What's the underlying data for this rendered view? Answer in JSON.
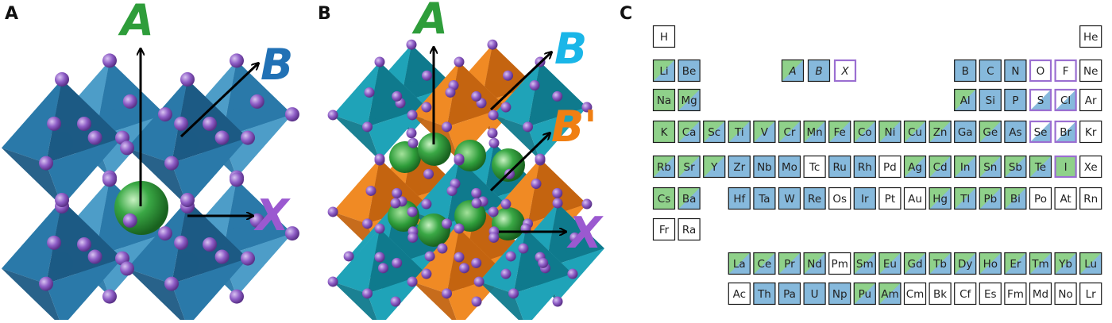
{
  "colors": {
    "octa_b": "#2a79a9",
    "octa_b_dark": "#1c5a84",
    "octa_b_light": "#4d9dc8",
    "octa_teal": "#1fa3b8",
    "octa_teal_dark": "#0f7a8d",
    "octa_orange": "#f08a24",
    "octa_orange_dark": "#c46410",
    "atom_x": "#8e5dc6",
    "atom_a": "#2e9d3a",
    "label_a": "#2e9d3a",
    "label_b_a": "#2171b5",
    "label_b_b": "#1ab6e8",
    "label_bprime": "#f07f12",
    "label_x": "#9b59d0",
    "ptable_a": "#8fd18a",
    "ptable_b": "#86b9dc",
    "ptable_x_border": "#9b6fd1"
  },
  "panels": {
    "a": {
      "letter": "A",
      "labels": {
        "a": "A",
        "b": "B",
        "x": "X"
      }
    },
    "b": {
      "letter": "B",
      "labels": {
        "a": "A",
        "b": "B",
        "bprime": "B'",
        "x": "X"
      }
    },
    "c": {
      "letter": "C",
      "legend": [
        "A",
        "B",
        "X"
      ],
      "elements": [
        {
          "s": "H",
          "c": 1,
          "r": 0,
          "k": "n"
        },
        {
          "s": "He",
          "c": 18,
          "r": 0,
          "k": "n"
        },
        {
          "s": "Li",
          "c": 1,
          "r": 1,
          "k": "ab"
        },
        {
          "s": "Be",
          "c": 2,
          "r": 1,
          "k": "b"
        },
        {
          "s": "B",
          "c": 13,
          "r": 1,
          "k": "b"
        },
        {
          "s": "C",
          "c": 14,
          "r": 1,
          "k": "b"
        },
        {
          "s": "N",
          "c": 15,
          "r": 1,
          "k": "b"
        },
        {
          "s": "O",
          "c": 16,
          "r": 1,
          "k": "x"
        },
        {
          "s": "F",
          "c": 17,
          "r": 1,
          "k": "x"
        },
        {
          "s": "Ne",
          "c": 18,
          "r": 1,
          "k": "n"
        },
        {
          "s": "Na",
          "c": 1,
          "r": 2,
          "k": "a"
        },
        {
          "s": "Mg",
          "c": 2,
          "r": 2,
          "k": "ab"
        },
        {
          "s": "Al",
          "c": 13,
          "r": 2,
          "k": "ab"
        },
        {
          "s": "Si",
          "c": 14,
          "r": 2,
          "k": "b"
        },
        {
          "s": "P",
          "c": 15,
          "r": 2,
          "k": "b"
        },
        {
          "s": "S",
          "c": 16,
          "r": 2,
          "k": "bx"
        },
        {
          "s": "Cl",
          "c": 17,
          "r": 2,
          "k": "bx"
        },
        {
          "s": "Ar",
          "c": 18,
          "r": 2,
          "k": "n"
        },
        {
          "s": "K",
          "c": 1,
          "r": 3,
          "k": "a"
        },
        {
          "s": "Ca",
          "c": 2,
          "r": 3,
          "k": "ab"
        },
        {
          "s": "Sc",
          "c": 3,
          "r": 3,
          "k": "ab"
        },
        {
          "s": "Ti",
          "c": 4,
          "r": 3,
          "k": "ab"
        },
        {
          "s": "V",
          "c": 5,
          "r": 3,
          "k": "ab"
        },
        {
          "s": "Cr",
          "c": 6,
          "r": 3,
          "k": "ab"
        },
        {
          "s": "Mn",
          "c": 7,
          "r": 3,
          "k": "ab"
        },
        {
          "s": "Fe",
          "c": 8,
          "r": 3,
          "k": "ab"
        },
        {
          "s": "Co",
          "c": 9,
          "r": 3,
          "k": "ab"
        },
        {
          "s": "Ni",
          "c": 10,
          "r": 3,
          "k": "ab"
        },
        {
          "s": "Cu",
          "c": 11,
          "r": 3,
          "k": "ab"
        },
        {
          "s": "Zn",
          "c": 12,
          "r": 3,
          "k": "ab"
        },
        {
          "s": "Ga",
          "c": 13,
          "r": 3,
          "k": "b"
        },
        {
          "s": "Ge",
          "c": 14,
          "r": 3,
          "k": "ab"
        },
        {
          "s": "As",
          "c": 15,
          "r": 3,
          "k": "b"
        },
        {
          "s": "Se",
          "c": 16,
          "r": 3,
          "k": "bx"
        },
        {
          "s": "Br",
          "c": 17,
          "r": 3,
          "k": "bx"
        },
        {
          "s": "Kr",
          "c": 18,
          "r": 3,
          "k": "n"
        },
        {
          "s": "Rb",
          "c": 1,
          "r": 4,
          "k": "ab"
        },
        {
          "s": "Sr",
          "c": 2,
          "r": 4,
          "k": "ab"
        },
        {
          "s": "Y",
          "c": 3,
          "r": 4,
          "k": "ab"
        },
        {
          "s": "Zr",
          "c": 4,
          "r": 4,
          "k": "b"
        },
        {
          "s": "Nb",
          "c": 5,
          "r": 4,
          "k": "b"
        },
        {
          "s": "Mo",
          "c": 6,
          "r": 4,
          "k": "b"
        },
        {
          "s": "Tc",
          "c": 7,
          "r": 4,
          "k": "n"
        },
        {
          "s": "Ru",
          "c": 8,
          "r": 4,
          "k": "b"
        },
        {
          "s": "Rh",
          "c": 9,
          "r": 4,
          "k": "b"
        },
        {
          "s": "Pd",
          "c": 10,
          "r": 4,
          "k": "n"
        },
        {
          "s": "Ag",
          "c": 11,
          "r": 4,
          "k": "ab"
        },
        {
          "s": "Cd",
          "c": 12,
          "r": 4,
          "k": "ab"
        },
        {
          "s": "In",
          "c": 13,
          "r": 4,
          "k": "ab"
        },
        {
          "s": "Sn",
          "c": 14,
          "r": 4,
          "k": "ab"
        },
        {
          "s": "Sb",
          "c": 15,
          "r": 4,
          "k": "ab"
        },
        {
          "s": "Te",
          "c": 16,
          "r": 4,
          "k": "ab"
        },
        {
          "s": "I",
          "c": 17,
          "r": 4,
          "k": "ax"
        },
        {
          "s": "Xe",
          "c": 18,
          "r": 4,
          "k": "n"
        },
        {
          "s": "Cs",
          "c": 1,
          "r": 5,
          "k": "a"
        },
        {
          "s": "Ba",
          "c": 2,
          "r": 5,
          "k": "ab"
        },
        {
          "s": "Hf",
          "c": 4,
          "r": 5,
          "k": "b"
        },
        {
          "s": "Ta",
          "c": 5,
          "r": 5,
          "k": "b"
        },
        {
          "s": "W",
          "c": 6,
          "r": 5,
          "k": "b"
        },
        {
          "s": "Re",
          "c": 7,
          "r": 5,
          "k": "b"
        },
        {
          "s": "Os",
          "c": 8,
          "r": 5,
          "k": "n"
        },
        {
          "s": "Ir",
          "c": 9,
          "r": 5,
          "k": "b"
        },
        {
          "s": "Pt",
          "c": 10,
          "r": 5,
          "k": "n"
        },
        {
          "s": "Au",
          "c": 11,
          "r": 5,
          "k": "n"
        },
        {
          "s": "Hg",
          "c": 12,
          "r": 5,
          "k": "ab"
        },
        {
          "s": "Tl",
          "c": 13,
          "r": 5,
          "k": "ab"
        },
        {
          "s": "Pb",
          "c": 14,
          "r": 5,
          "k": "ab"
        },
        {
          "s": "Bi",
          "c": 15,
          "r": 5,
          "k": "ab"
        },
        {
          "s": "Po",
          "c": 16,
          "r": 5,
          "k": "n"
        },
        {
          "s": "At",
          "c": 17,
          "r": 5,
          "k": "n"
        },
        {
          "s": "Rn",
          "c": 18,
          "r": 5,
          "k": "n"
        },
        {
          "s": "Fr",
          "c": 1,
          "r": 6,
          "k": "n"
        },
        {
          "s": "Ra",
          "c": 2,
          "r": 6,
          "k": "n"
        },
        {
          "s": "La",
          "c": 4,
          "r": 7,
          "k": "ab"
        },
        {
          "s": "Ce",
          "c": 5,
          "r": 7,
          "k": "ab"
        },
        {
          "s": "Pr",
          "c": 6,
          "r": 7,
          "k": "ab"
        },
        {
          "s": "Nd",
          "c": 7,
          "r": 7,
          "k": "ab"
        },
        {
          "s": "Pm",
          "c": 8,
          "r": 7,
          "k": "n"
        },
        {
          "s": "Sm",
          "c": 9,
          "r": 7,
          "k": "ab"
        },
        {
          "s": "Eu",
          "c": 10,
          "r": 7,
          "k": "ab"
        },
        {
          "s": "Gd",
          "c": 11,
          "r": 7,
          "k": "ab"
        },
        {
          "s": "Tb",
          "c": 12,
          "r": 7,
          "k": "ab"
        },
        {
          "s": "Dy",
          "c": 13,
          "r": 7,
          "k": "ab"
        },
        {
          "s": "Ho",
          "c": 14,
          "r": 7,
          "k": "ab"
        },
        {
          "s": "Er",
          "c": 15,
          "r": 7,
          "k": "ab"
        },
        {
          "s": "Tm",
          "c": 16,
          "r": 7,
          "k": "ab"
        },
        {
          "s": "Yb",
          "c": 17,
          "r": 7,
          "k": "ab"
        },
        {
          "s": "Lu",
          "c": 18,
          "r": 7,
          "k": "ab"
        },
        {
          "s": "Ac",
          "c": 4,
          "r": 8,
          "k": "n"
        },
        {
          "s": "Th",
          "c": 5,
          "r": 8,
          "k": "b"
        },
        {
          "s": "Pa",
          "c": 6,
          "r": 8,
          "k": "b"
        },
        {
          "s": "U",
          "c": 7,
          "r": 8,
          "k": "b"
        },
        {
          "s": "Np",
          "c": 8,
          "r": 8,
          "k": "b"
        },
        {
          "s": "Pu",
          "c": 9,
          "r": 8,
          "k": "ab"
        },
        {
          "s": "Am",
          "c": 10,
          "r": 8,
          "k": "ab"
        },
        {
          "s": "Cm",
          "c": 11,
          "r": 8,
          "k": "n"
        },
        {
          "s": "Bk",
          "c": 12,
          "r": 8,
          "k": "n"
        },
        {
          "s": "Cf",
          "c": 13,
          "r": 8,
          "k": "n"
        },
        {
          "s": "Es",
          "c": 14,
          "r": 8,
          "k": "n"
        },
        {
          "s": "Fm",
          "c": 15,
          "r": 8,
          "k": "n"
        },
        {
          "s": "Md",
          "c": 16,
          "r": 8,
          "k": "n"
        },
        {
          "s": "No",
          "c": 17,
          "r": 8,
          "k": "n"
        },
        {
          "s": "Lr",
          "c": 18,
          "r": 8,
          "k": "n"
        }
      ]
    }
  }
}
